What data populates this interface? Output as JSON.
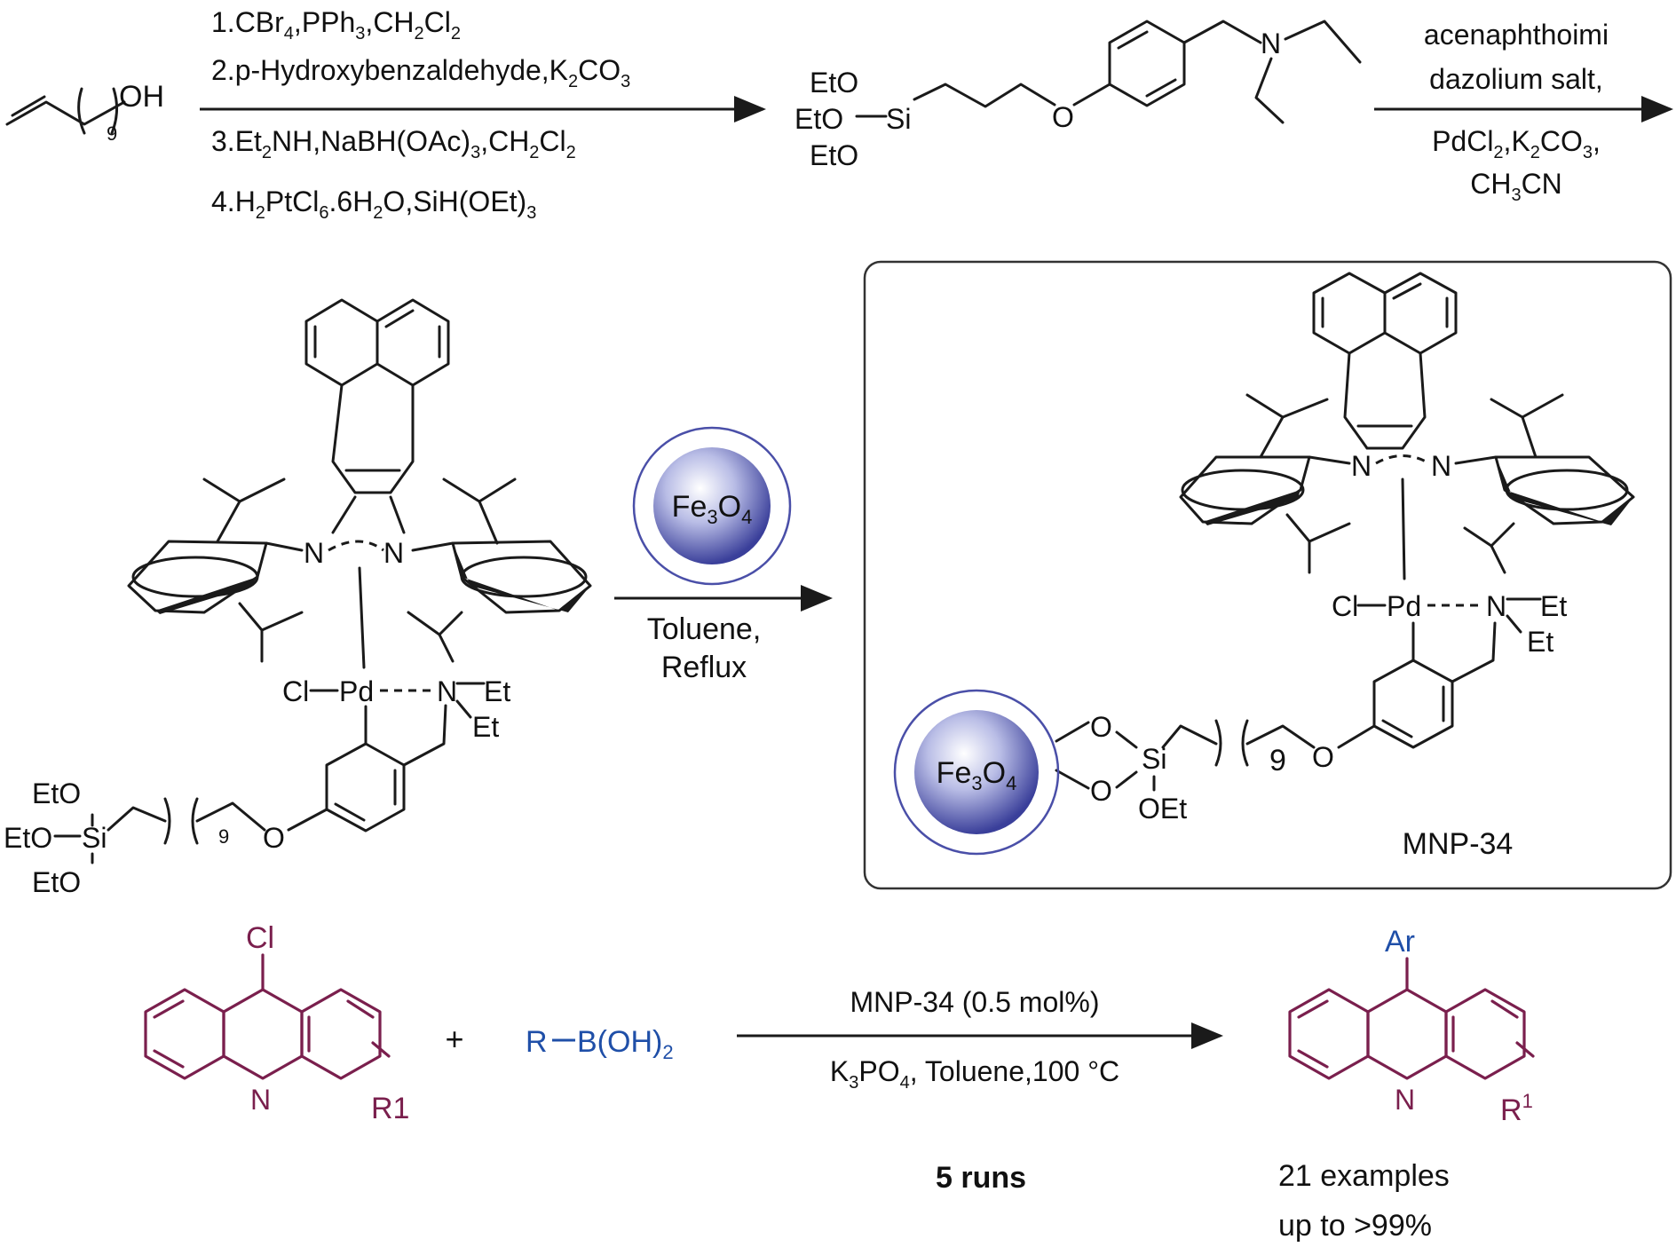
{
  "colors": {
    "ink": "#111111",
    "acridine": "#7a1f4d",
    "reagent_blue": "#1f4fa8",
    "box_border": "#333333"
  },
  "step1": {
    "start_oh": "OH",
    "start_n": "9",
    "reagents_above": [
      "1.CBr",
      "4",
      ",PPh",
      "3",
      ",CH",
      "2",
      "Cl",
      "2"
    ],
    "r1": "1.CBr4,PPh3,CH2Cl2",
    "r2": "2.p-Hydroxybenzaldehyde,K2CO3",
    "r3": "3.Et2NH,NaBH(OAc)3,CH2Cl2",
    "r4": "4.H2PtCl6.6H2O,SiH(OEt)3"
  },
  "step2": {
    "line1": "acenaphthoimi",
    "line2": "dazolium salt,",
    "line3_pre": "PdCl",
    "line3_sub1": "2",
    "line3_mid": ",K",
    "line3_sub2": "2",
    "line3_mid2": "CO",
    "line3_sub3": "3",
    "line3_end": ",",
    "line4_pre": "CH",
    "line4_sub": "3",
    "line4_end": "CN"
  },
  "labels": {
    "eto": "EtO",
    "si": "Si",
    "o": "O",
    "n": "N",
    "et": "Et",
    "cl": "Cl",
    "pd": "Pd",
    "nine": "9",
    "oet": "OEt"
  },
  "step3": {
    "fe_pre": "Fe",
    "fe_sub1": "3",
    "fe_mid": "O",
    "fe_sub2": "4",
    "cond1": "Toluene,",
    "cond2": "Reflux"
  },
  "product_box": {
    "name": "MNP-34"
  },
  "coupling": {
    "cl": "Cl",
    "plus": "+",
    "boronic_pre": "R",
    "boronic_mid": "B(OH)",
    "boronic_sub": "2",
    "cond_above": "MNP-34 (0.5 mol%)",
    "cond_below_pre": "K",
    "cond_below_sub1": "3",
    "cond_below_mid": "PO",
    "cond_below_sub2": "4",
    "cond_below_end": ", Toluene,100 °C",
    "r_left": "R1",
    "r_right_pre": "R",
    "r_right_sup": "1",
    "ar": "Ar",
    "n": "N",
    "runs_num": "5",
    "runs_word": "runs",
    "examples": "21 examples",
    "yield": "up to >99%"
  }
}
